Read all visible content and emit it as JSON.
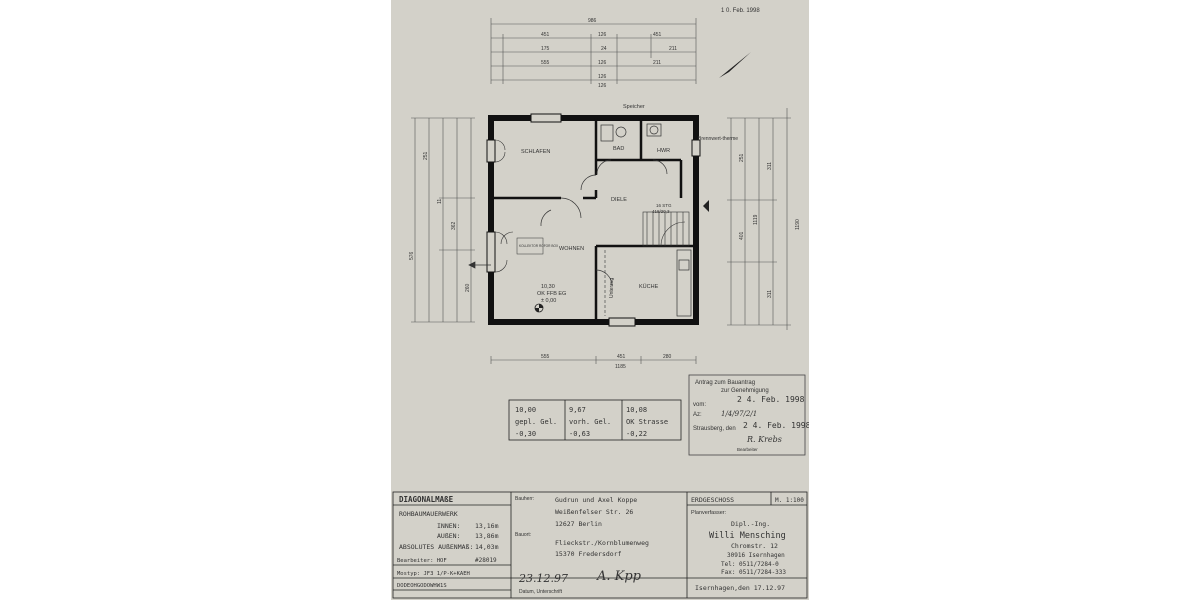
{
  "header": {
    "corner_date": "1 0. Feb. 1998"
  },
  "dimensions": {
    "top": {
      "total": "986",
      "row2": [
        "451",
        "126",
        "451"
      ],
      "row3": [
        "175",
        "24",
        "211"
      ],
      "row4": [
        "555",
        "126",
        "211"
      ],
      "row5": [
        "126",
        "126"
      ]
    },
    "bottom": {
      "a": "555",
      "b": "451",
      "c": "280",
      "d": "1185"
    },
    "left": [
      "251",
      "11",
      "576",
      "362",
      "260"
    ],
    "right": [
      "251",
      "1119",
      "311",
      "401",
      "311",
      "1190"
    ]
  },
  "plan": {
    "rooms": {
      "schlafen": "SCHLAFEN",
      "bad": "BAD",
      "hwr": "HWR",
      "diele": "DIELE",
      "wohnen": "WOHNEN",
      "kueche": "KÜCHE"
    },
    "labels": {
      "speicher": "Speicher",
      "brennwert": "Brennwert-therme",
      "kollektor": "KOLLEKTOR ROFOR BOX",
      "unterzug": "Unterzug",
      "stufen_a": "16 STG",
      "stufen_b": "418/20,3",
      "level_value": "10,30",
      "level_label": "OK FFB EG",
      "level_zero": "± 0,00"
    }
  },
  "levels": [
    {
      "value": "10,00",
      "label": "gepl. Gel.",
      "diff": "-0,30"
    },
    {
      "value": "9,67",
      "label": "vorh. Gel.",
      "diff": "-0,63"
    },
    {
      "value": "10,08",
      "label": "OK Strasse",
      "diff": "-0,22"
    }
  ],
  "stamp": {
    "line1": "Antrag zum Bauantrag",
    "line2": "zur Genehmigung",
    "received": "2 4. Feb. 1998",
    "vom": "vom:",
    "az": "Az:",
    "az_value": "1/4/97/2/1",
    "strausberg": "Strausberg, den",
    "date2": "2 4. Feb. 1998",
    "signature": "R. Krebs",
    "role": "Bearbeiter"
  },
  "titleblock": {
    "diag_title": "DIAGONALMAßE",
    "rohbau": "ROHBAUMAUERWERK",
    "innen_label": "INNEN:",
    "innen_value": "13,16m",
    "aussen_label": "AUßEN:",
    "aussen_value": "13,86m",
    "abs_label": "ABSOLUTES AUßENMAß:",
    "abs_value": "14,03m",
    "bearb_label": "Bearbeiter: HOF",
    "bearb_no": "#28019",
    "mostyp": "Mostyp: JF3 1/P-K+KAEH",
    "code": "DODEOHGODOWHW1S",
    "bauherr_label": "Bauherr:",
    "bauherr_name": "Gudrun und Axel Koppe",
    "bauherr_street": "Weißenfelser Str. 26",
    "bauherr_city": "12627 Berlin",
    "bauort_label": "Bauort:",
    "bauort_street": "Flieckstr./Kornblumenweg",
    "bauort_city": "15370 Fredersdorf",
    "sig_date": "23.12.97",
    "sig_name": "A. Kpp",
    "sig_caption": "Datum, Unterschrift",
    "sheet_title": "ERDGESCHOSS",
    "scale": "M. 1:100",
    "planverf_label": "Planverfasser:",
    "planverf_title": "Dipl.-Ing.",
    "planverf_name": "Willi Mensching",
    "planverf_street": "Chromstr. 12",
    "planverf_city": "30916 Isernhagen",
    "tel": "Tel: 0511/7284-0",
    "fax": "Fax: 0511/7284-333",
    "place_date": "Isernhagen,den 17.12.97"
  }
}
